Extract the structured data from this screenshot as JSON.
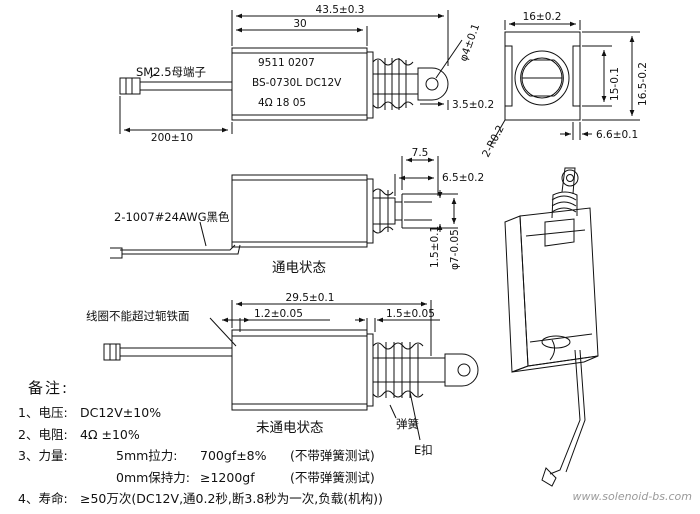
{
  "dims": {
    "overall_length": "43.5±0.3",
    "body_length": "30",
    "plunger_hole": "φ4±0.1",
    "plunger_ext": "3.5±0.2",
    "width": "16±0.2",
    "height1": "15-0.1",
    "height2": "16.5-0.2",
    "corner_radius": "2-R0.2",
    "slot": "6.6±0.1",
    "lead_length": "200±10",
    "stroke_top": "7.5",
    "stroke_2": "6.5±0.2",
    "dim_15": "1.5±0.1",
    "plunger_dia": "φ7-0.05",
    "len_29": "29.5±0.1",
    "gap_left": "1.2±0.05",
    "gap_right": "1.5±0.05"
  },
  "labels": {
    "connector": "SM2.5母端子",
    "wire": "2-1007#24AWG黑色",
    "state_on": "通电状态",
    "coil_note": "线圈不能超过轭铁面",
    "state_off": "未通电状态",
    "spring": "弹簧",
    "eclip": "E扣"
  },
  "marking": {
    "line1": "9511 0207",
    "line2": "BS-0730L DC12V",
    "line3": "4Ω  18 05"
  },
  "notes": {
    "title": "备注:",
    "n1_label": "1、电压:",
    "n1_value": "DC12V±10%",
    "n2_label": "2、电阻:",
    "n2_value": "4Ω ±10%",
    "n3_label": "3、力量:",
    "n3_a_name": "5mm拉力:",
    "n3_a_value": "700gf±8%",
    "n3_a_note": "(不带弹簧测试)",
    "n3_b_name": "0mm保持力:",
    "n3_b_value": "≥1200gf",
    "n3_b_note": "(不带弹簧测试)",
    "n4_label": "4、寿命:",
    "n4_value": "≥50万次(DC12V,通0.2秒,断3.8秒为一次,负载(机构))"
  },
  "watermark": "www.solenoid-bs.com"
}
